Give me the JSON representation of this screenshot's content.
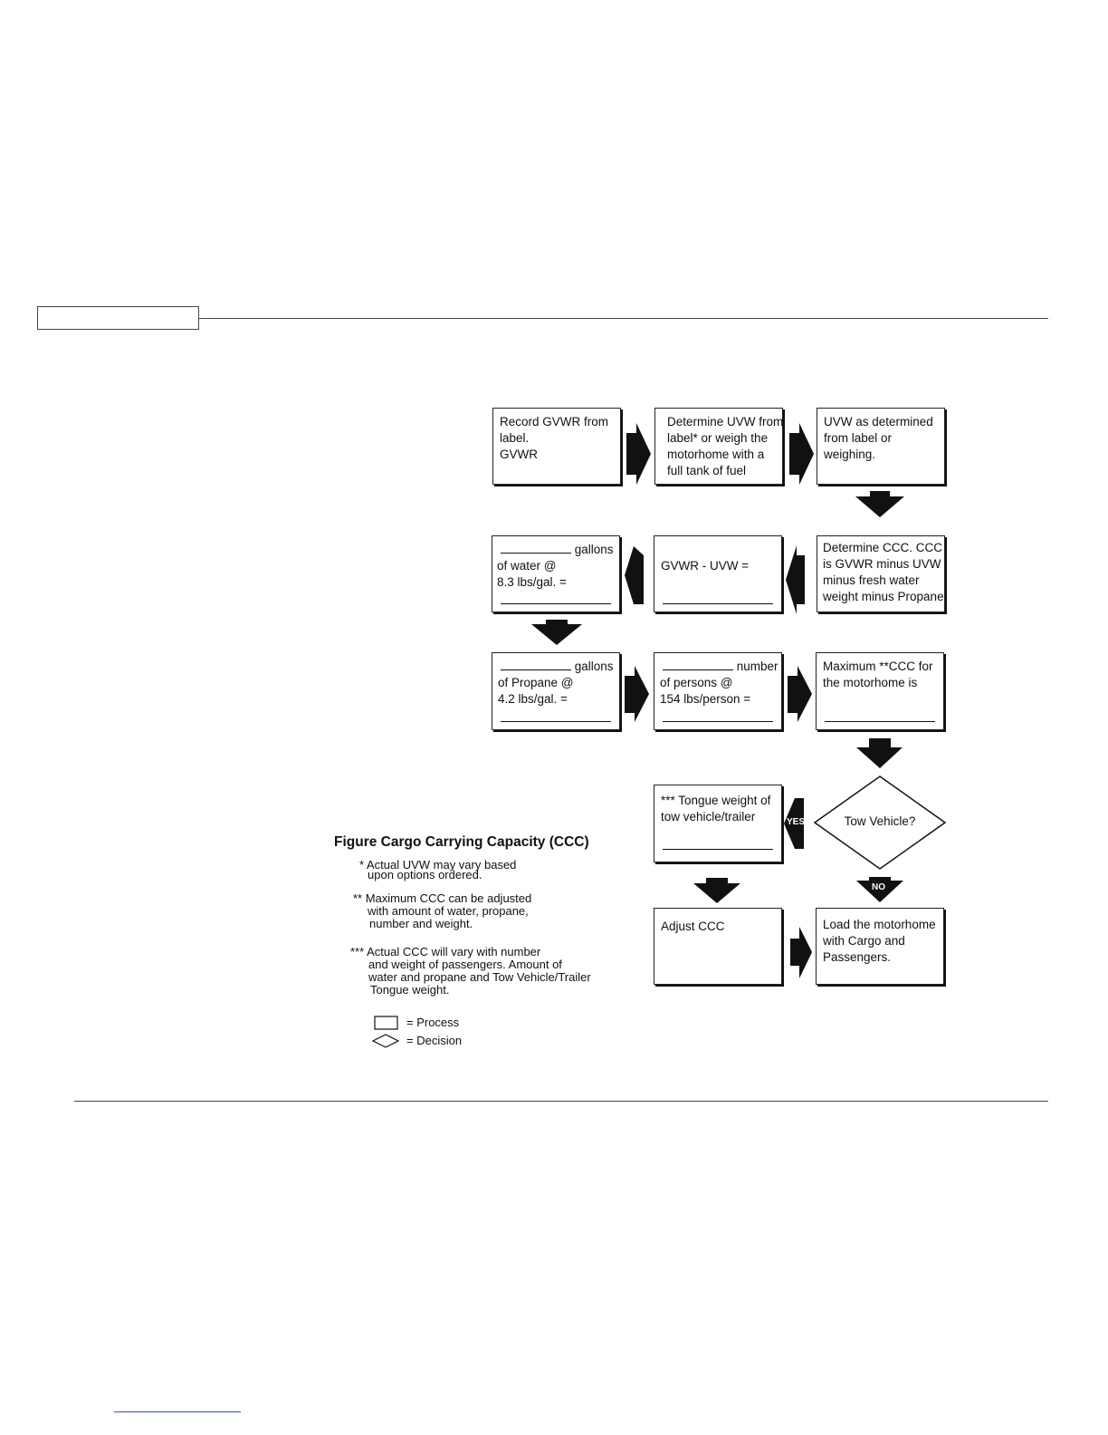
{
  "figure": {
    "caption": "Figure Cargo Carrying Capacity (CCC)",
    "boxes": {
      "record_gvwr": [
        "Record GVWR from",
        "label.",
        "GVWR"
      ],
      "determine_uvw": [
        "Determine UVW from",
        "label* or weigh the",
        "motorhome with a",
        "full tank of fuel"
      ],
      "uvw_determined": [
        "UVW as determined",
        "from label or",
        "weighing."
      ],
      "determine_ccc": [
        "Determine CCC. CCC",
        "is GVWR minus UVW",
        "minus fresh water",
        "weight minus Propane"
      ],
      "gvwr_minus_uvw": [
        "GVWR - UVW ="
      ],
      "water": {
        "unit": "gallons",
        "lines": [
          "of water @",
          "8.3 lbs/gal. ="
        ]
      },
      "propane": {
        "unit": "gallons",
        "lines": [
          "of  Propane @",
          "4.2 lbs/gal. ="
        ]
      },
      "persons": {
        "unit": "number",
        "lines": [
          "of persons @",
          "154 lbs/person ="
        ]
      },
      "max_ccc": [
        "Maximum **CCC for",
        "the motorhome is"
      ],
      "tongue": [
        "*** Tongue weight of",
        "tow vehicle/trailer"
      ],
      "adjust": [
        "Adjust CCC"
      ],
      "load": [
        "Load the motorhome",
        "with Cargo and",
        "Passengers."
      ]
    },
    "decision": {
      "label": "Tow Vehicle?",
      "yes": "YES",
      "no": "NO"
    },
    "notes": [
      [
        "* Actual UVW may vary based",
        "upon options ordered."
      ],
      [
        "** Maximum CCC can be adjusted",
        "with amount of water, propane,",
        "number and weight."
      ],
      [
        "*** Actual CCC will vary with number",
        "and weight of passengers. Amount of",
        "water and propane and Tow Vehicle/Trailer",
        "Tongue weight."
      ]
    ],
    "legend": {
      "process": "= Process",
      "decision": "= Decision"
    }
  }
}
